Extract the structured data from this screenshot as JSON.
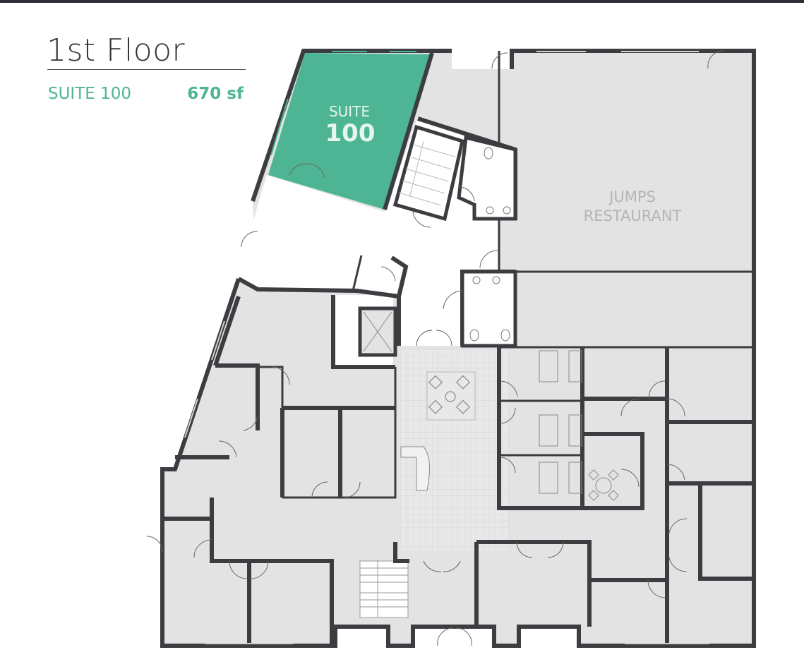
{
  "header": {
    "floor_title": "1st Floor",
    "suite_name": "SUITE 100",
    "suite_area": "670 sf"
  },
  "plan": {
    "highlight_suite": {
      "label_top": "SUITE",
      "label_number": "100"
    },
    "restaurant_line1": "JUMPS",
    "restaurant_line2": "RESTAURANT"
  },
  "colors": {
    "wall": "#3b3d40",
    "room_fill": "#e3e3e3",
    "highlight": "#4db594",
    "label_gray": "#b5b5b5"
  }
}
